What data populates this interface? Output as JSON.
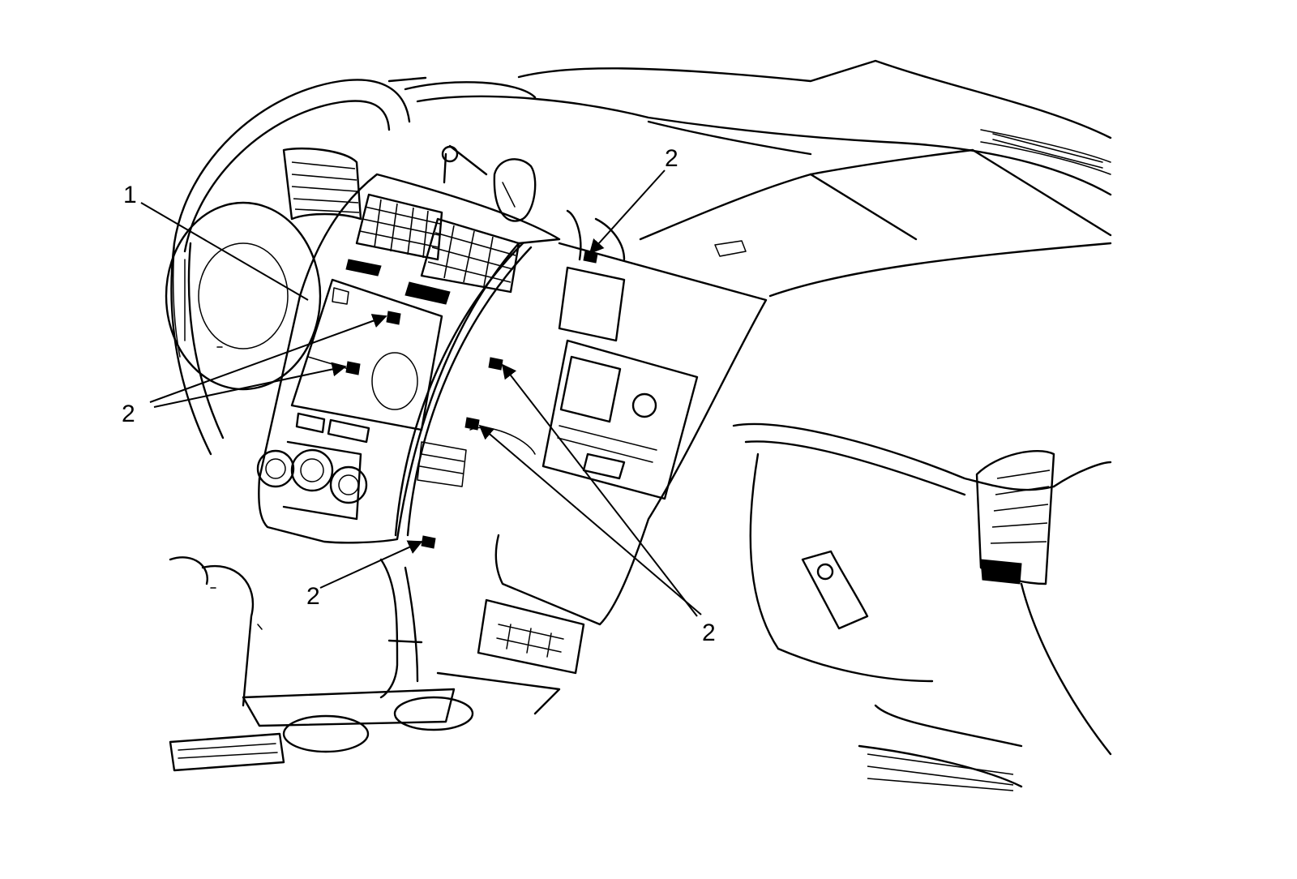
{
  "callouts": [
    {
      "id": "c1",
      "label": "1"
    },
    {
      "id": "c2a",
      "label": "2"
    },
    {
      "id": "c2b",
      "label": "2"
    },
    {
      "id": "c2c",
      "label": "2"
    },
    {
      "id": "c2d",
      "label": "2"
    }
  ]
}
